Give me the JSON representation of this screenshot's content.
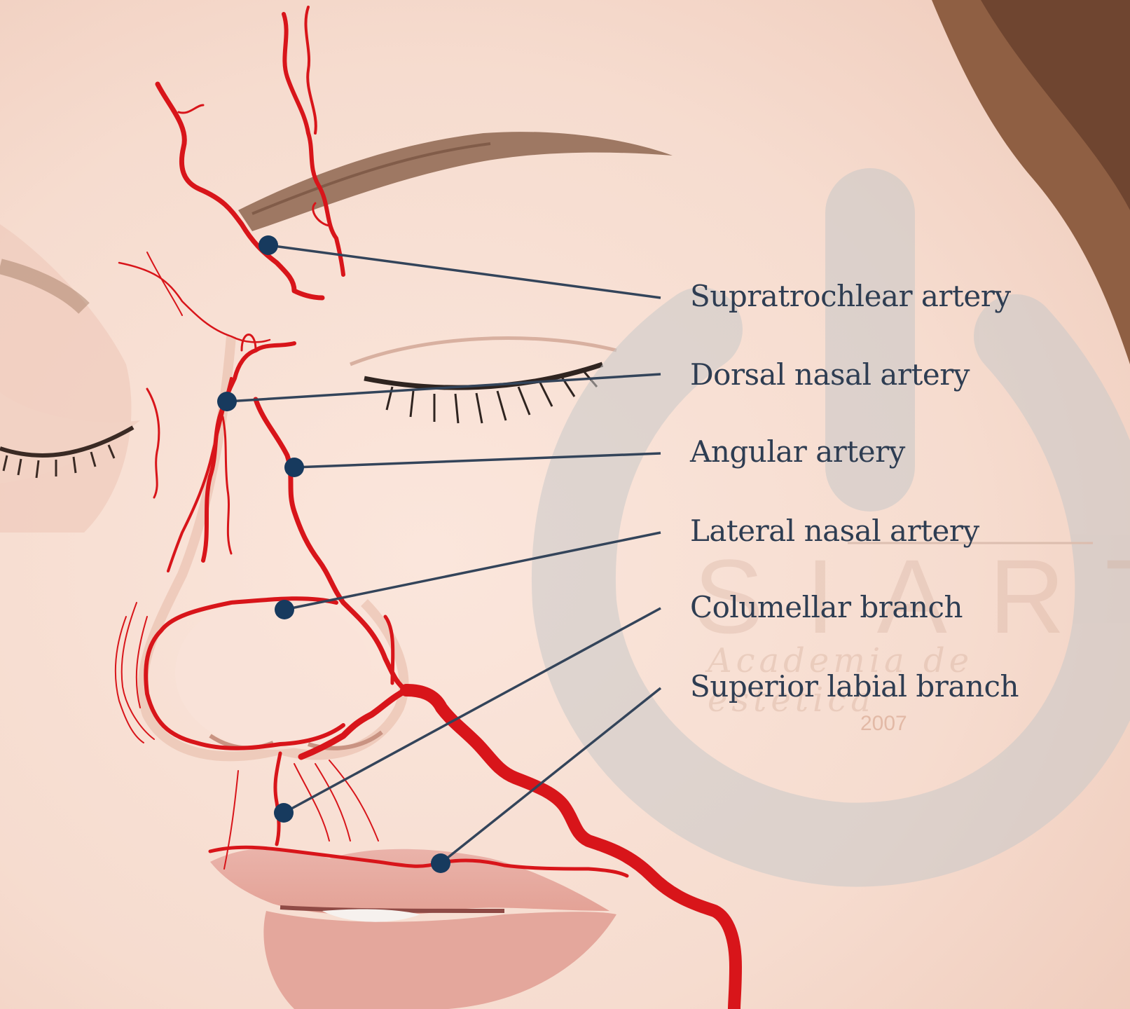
{
  "labels": [
    {
      "id": "supratrochlear",
      "text": "Supratrochlear artery"
    },
    {
      "id": "dorsal-nasal",
      "text": "Dorsal nasal artery"
    },
    {
      "id": "angular",
      "text": "Angular artery"
    },
    {
      "id": "lateral-nasal",
      "text": "Lateral nasal artery"
    },
    {
      "id": "columellar",
      "text": "Columellar branch"
    },
    {
      "id": "superior-labial",
      "text": "Superior labial branch"
    }
  ],
  "watermark": {
    "brand": "SIART",
    "script": "Academia de estetica",
    "year": "2007"
  },
  "colors": {
    "artery": "#d8151a",
    "marker": "#173a5e",
    "leader_line": "#33445a",
    "label_text": "#2e3d52",
    "skin": "#f8dfd2",
    "watermark_ring": "#c9c9c9"
  }
}
